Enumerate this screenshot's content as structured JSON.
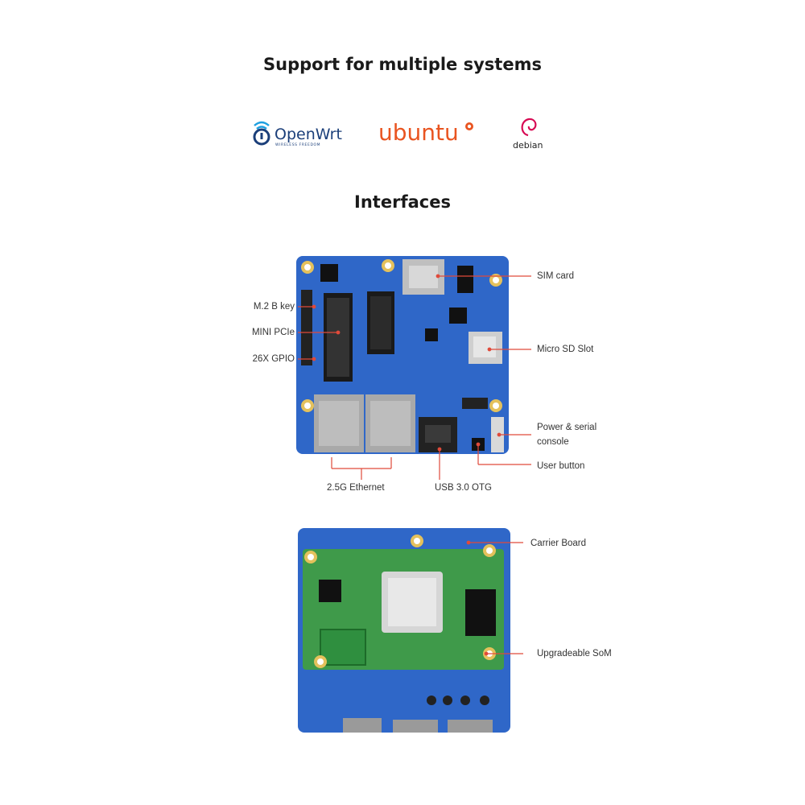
{
  "headings": {
    "systems": "Support for multiple systems",
    "interfaces": "Interfaces"
  },
  "logos": {
    "openwrt": {
      "name": "OpenWrt",
      "tagline": "WIRELESS FREEDOM",
      "color": "#1b3f7a"
    },
    "ubuntu": {
      "name": "ubuntu",
      "color": "#e95420"
    },
    "debian": {
      "name": "debian",
      "color": "#d70a53"
    }
  },
  "top_board_labels": {
    "m2_b_key": "M.2 B key",
    "mini_pcie": "MINI PCIe",
    "gpio": "26X GPIO",
    "sim_card": "SIM card",
    "micro_sd": "Micro SD Slot",
    "power_serial_line1": "Power & serial",
    "power_serial_line2": "console",
    "user_button": "User button",
    "ethernet": "2.5G Ethernet",
    "usb_otg": "USB 3.0 OTG"
  },
  "bottom_board_labels": {
    "carrier_board": "Carrier Board",
    "som": "Upgradeable SoM"
  },
  "colors": {
    "pcb_blue": "#2f67c8",
    "pcb_green": "#3f9a4a",
    "pointer": "#e04a3a"
  }
}
